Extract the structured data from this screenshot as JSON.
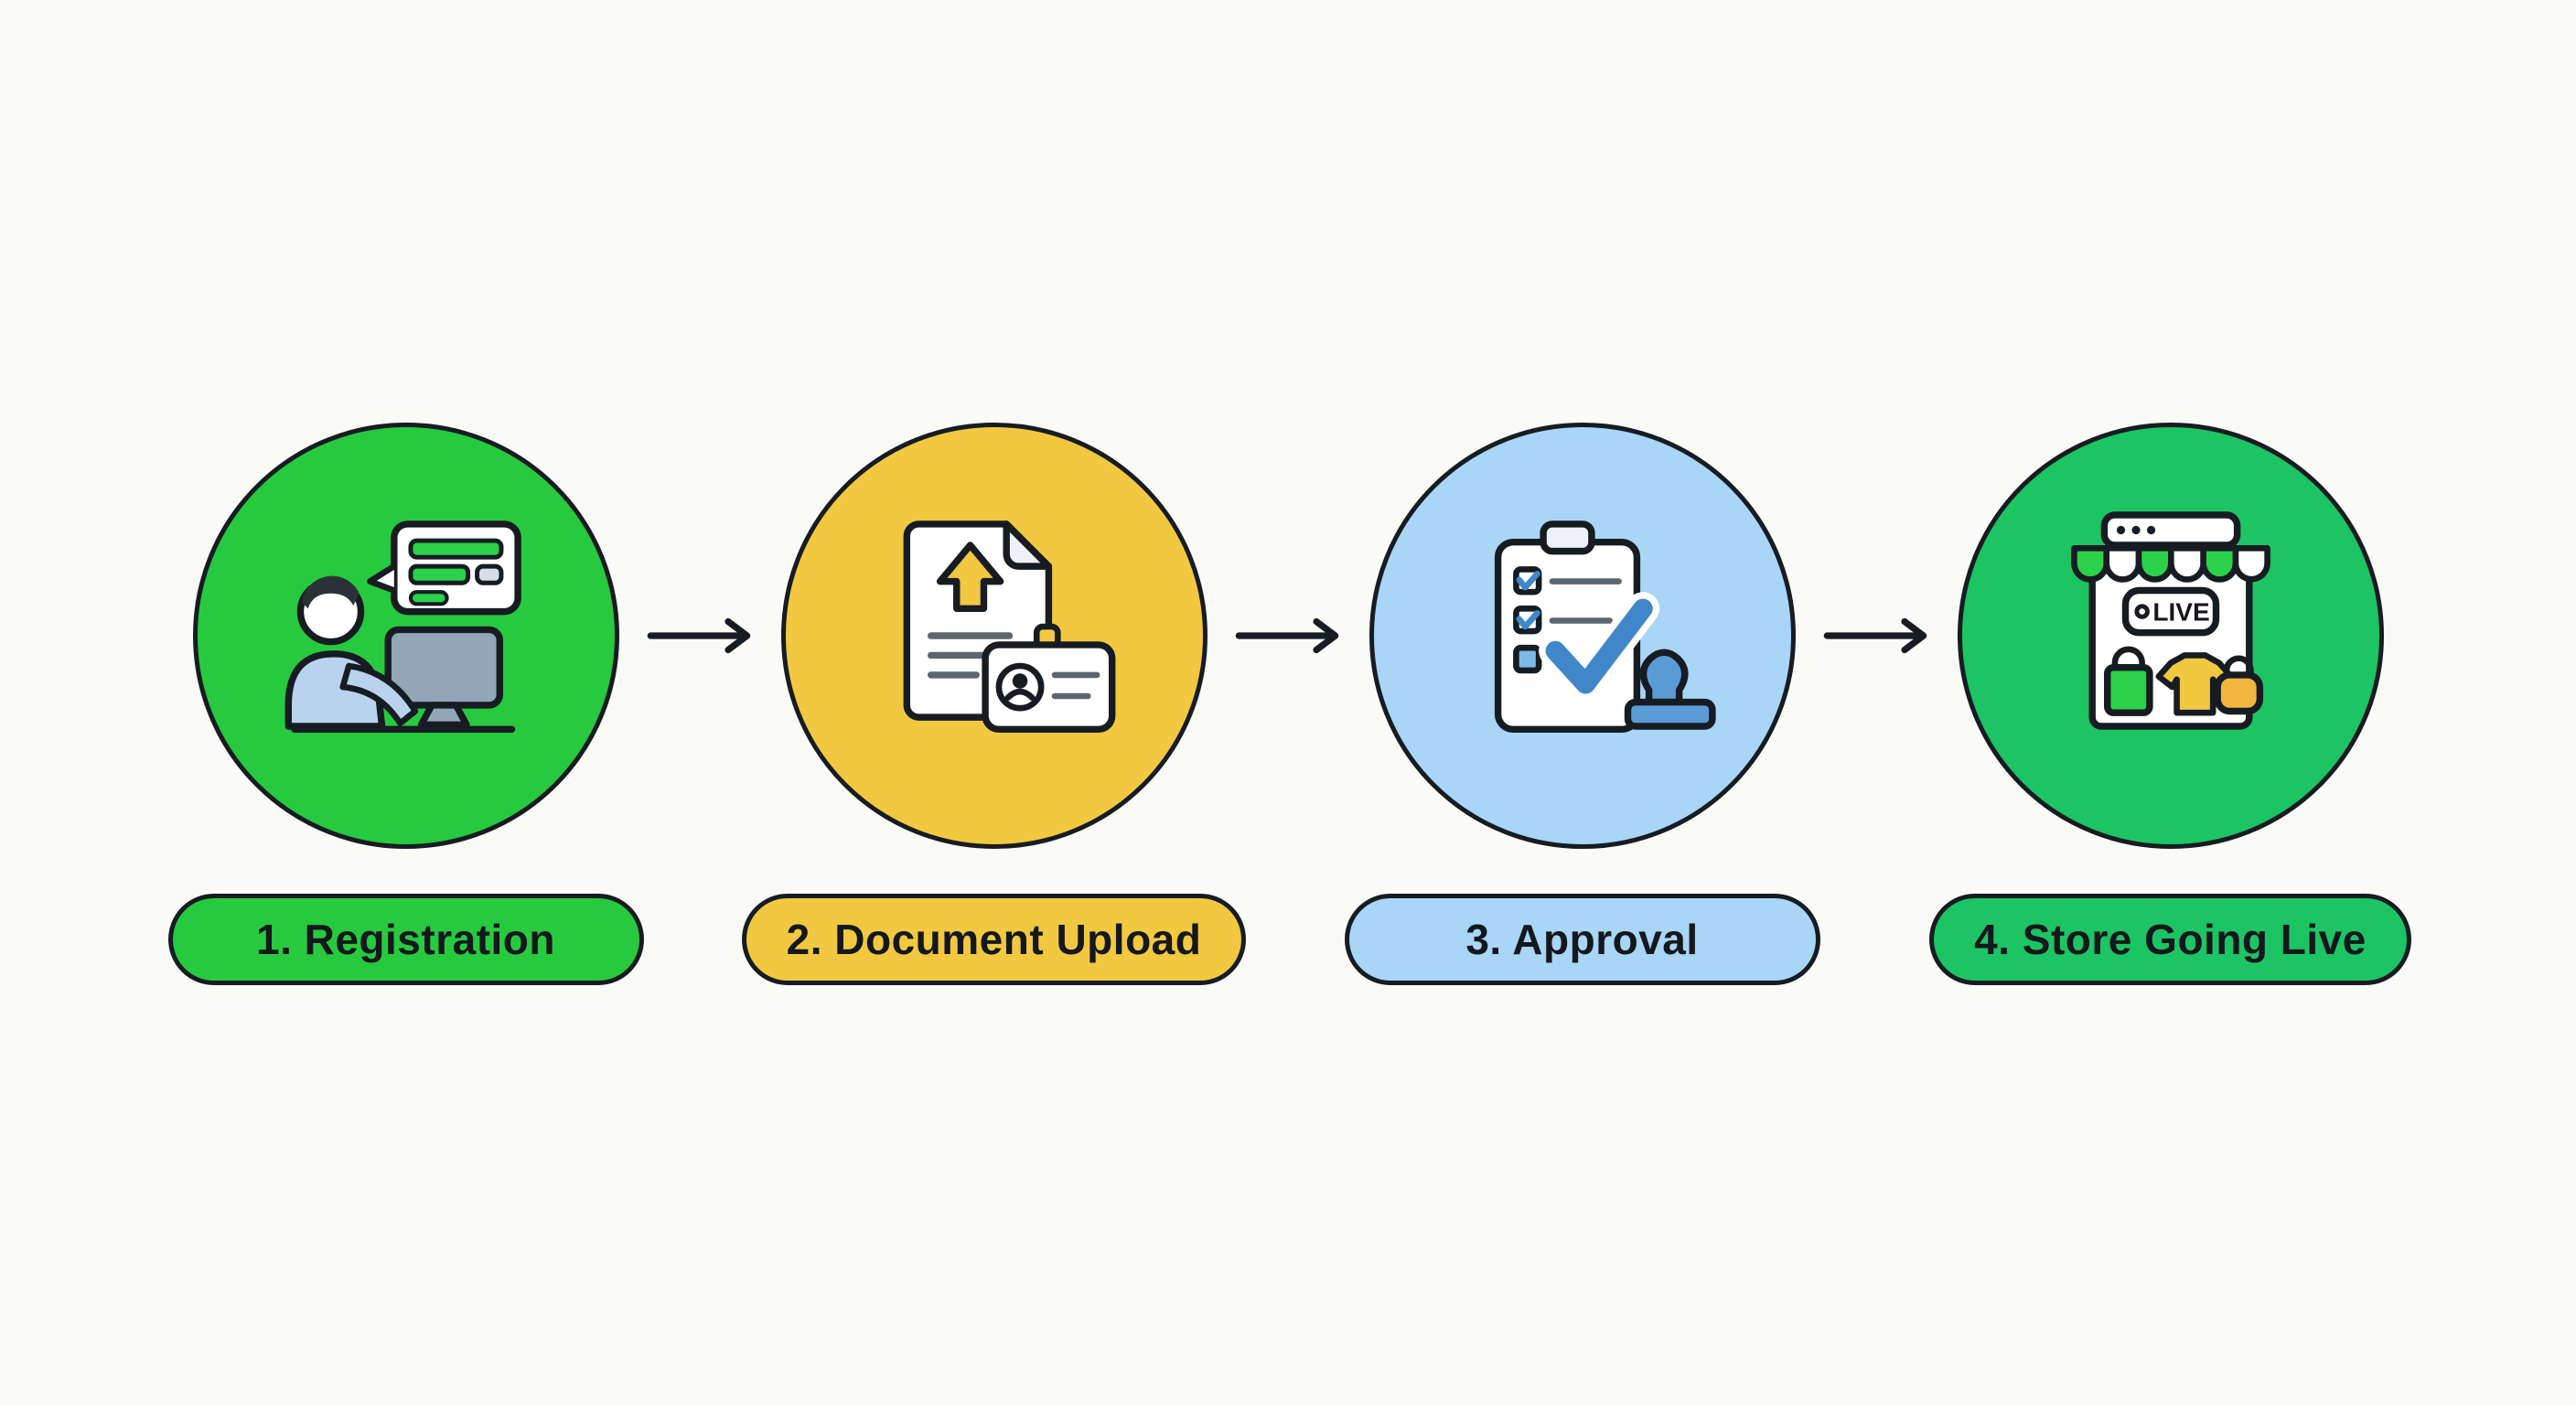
{
  "background_color": "#fafaf6",
  "outline_color": "#161c22",
  "text_color": "#14181d",
  "steps": [
    {
      "label": "1. Registration",
      "icon": "registration-person-computer-icon",
      "circle_color": "#27ca3f",
      "pill_color": "#27ca3f"
    },
    {
      "label": "2. Document Upload",
      "icon": "document-upload-icon",
      "circle_color": "#f2c840",
      "pill_color": "#f2c840"
    },
    {
      "label": "3. Approval",
      "icon": "approval-checklist-stamp-icon",
      "circle_color": "#a9d5f6",
      "pill_color": "#a9d5f6"
    },
    {
      "label": "4. Store Going Live",
      "icon": "store-going-live-icon",
      "circle_color": "#1cc463",
      "pill_color": "#1cc463",
      "badge": "LIVE"
    }
  ],
  "connectors": [
    {
      "icon": "arrow-right-icon"
    },
    {
      "icon": "arrow-right-icon"
    },
    {
      "icon": "arrow-right-icon"
    }
  ]
}
